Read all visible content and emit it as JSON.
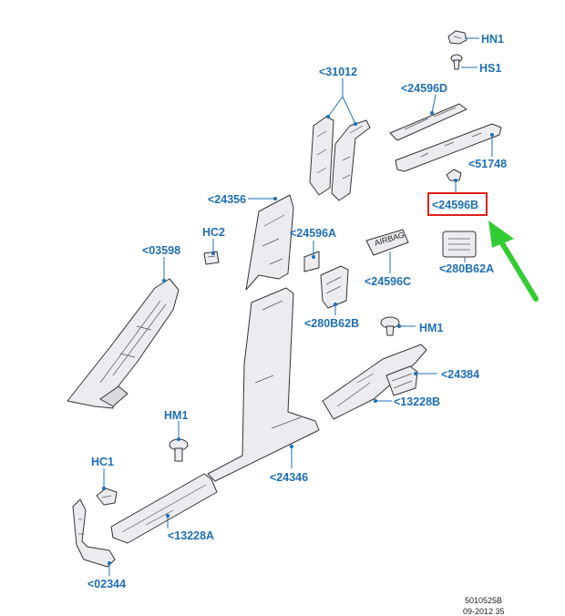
{
  "labels": {
    "hn1": "HN1",
    "hs1": "HS1",
    "p31012": "<31012",
    "p24596d": "<24596D",
    "p51748": "<51748",
    "p24356": "<24356",
    "p24596b": "<24596B",
    "hc2": "HC2",
    "p24596a": "<24596A",
    "p03598": "<03598",
    "p280b62a": "<280B62A",
    "p24596c": "<24596C",
    "p280b62b": "<280B62B",
    "hm1_upper": "HM1",
    "p24384": "<24384",
    "p13228b": "<13228B",
    "hm1_lower": "HM1",
    "p24346": "<24346",
    "hc1": "HC1",
    "p13228a": "<13228A",
    "p02344": "<02344",
    "airbag_text": "AIRBAG"
  },
  "footer": {
    "ref_number": "5010525B",
    "date_code": "09-2012 35"
  },
  "colors": {
    "label": "#1f6fb5",
    "highlight_box": "#e02020",
    "arrow": "#33cc33",
    "part_fill": "#ececf0",
    "part_stroke": "#333333"
  },
  "highlighted_part": "<24596B"
}
